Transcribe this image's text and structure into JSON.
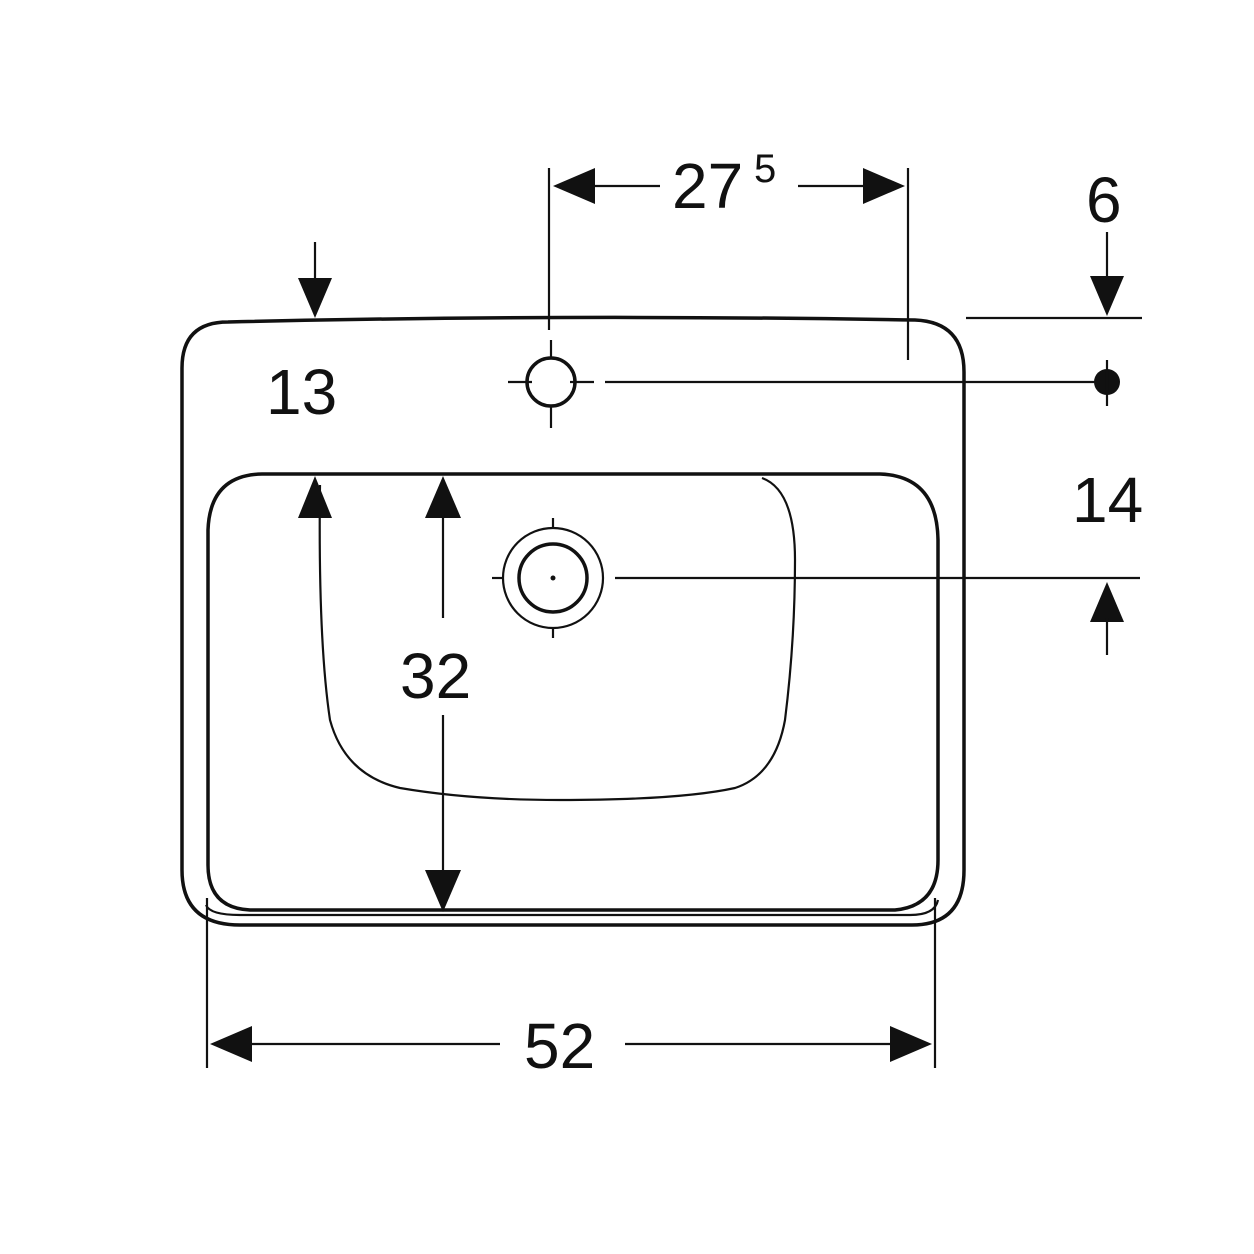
{
  "dimensions": {
    "top_width": {
      "main": "27",
      "superscript": "5"
    },
    "top_right_offset": "6",
    "left_top": "13",
    "right_middle": "14",
    "bowl_depth": "32",
    "overall_width": "52"
  }
}
